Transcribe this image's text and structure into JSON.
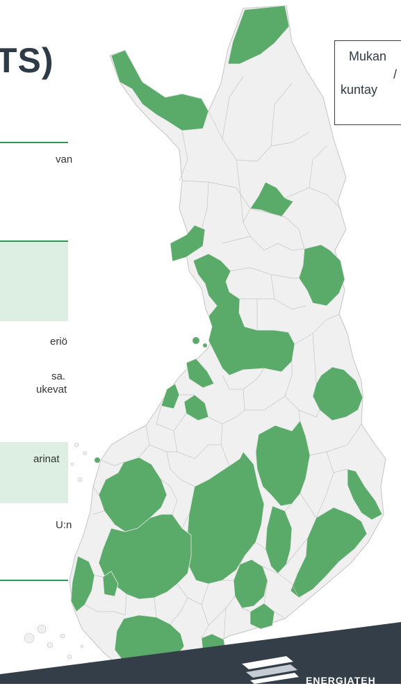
{
  "header": {
    "title": "TS)"
  },
  "left_panel": {
    "snippets": [
      "van",
      "eriö",
      "sa.",
      "ukevat",
      "arinat",
      "U:n"
    ]
  },
  "callout": {
    "line1": "Mukan",
    "line2": "/",
    "line3": "kuntay"
  },
  "footer": {
    "brand": "ENERGIATEH"
  },
  "colors": {
    "participant": "#5aab6a",
    "non_participant": "#f0f0f0",
    "border": "#c4c4c4",
    "footer": "#343e48",
    "accent": "#2b9a55",
    "highlight": "#dcefe2"
  },
  "map": {
    "type": "choropleth",
    "region": "Finland (municipalities)",
    "highlighted_color_name": "green",
    "base_color_name": "light-grey"
  }
}
